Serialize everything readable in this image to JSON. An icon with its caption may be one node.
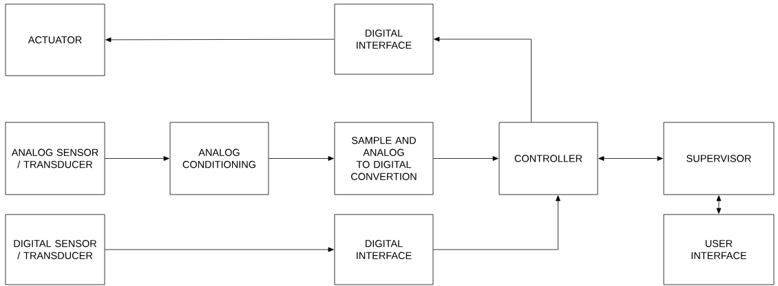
{
  "diagram": {
    "nodes": [
      {
        "text": [
          "ACTUATOR"
        ]
      },
      {
        "text": [
          "DIGITAL INTERFACE"
        ]
      },
      {
        "text": [
          "ANALOG SENSOR / TRANSDUCER"
        ]
      },
      {
        "text": [
          "ANALOG CONDITIONING"
        ]
      },
      {
        "text": [
          "SAMPLE AND ANALOG TO DIGITAL CONVERTION"
        ]
      },
      {
        "text": [
          "CONTROLLER"
        ]
      },
      {
        "text": [
          "SUPERVISOR"
        ]
      },
      {
        "text": [
          "DIGITAL SENSOR / TRANSDUCER"
        ]
      },
      {
        "text": [
          "DIGITAL INTERFACE"
        ]
      },
      {
        "text": [
          "USER INTERFACE"
        ]
      }
    ],
    "edges": [
      {
        "from": 1,
        "to": 0,
        "arrow": "to"
      },
      {
        "from": 5,
        "to": 1,
        "arrow": "to"
      },
      {
        "from": 2,
        "to": 3,
        "arrow": "to"
      },
      {
        "from": 3,
        "to": 4,
        "arrow": "to"
      },
      {
        "from": 4,
        "to": 5,
        "arrow": "to"
      },
      {
        "from": 5,
        "to": 6,
        "arrow": "both"
      },
      {
        "from": 7,
        "to": 8,
        "arrow": "to"
      },
      {
        "from": 8,
        "to": 5,
        "arrow": "to"
      },
      {
        "from": 6,
        "to": 9,
        "arrow": "both"
      }
    ]
  }
}
